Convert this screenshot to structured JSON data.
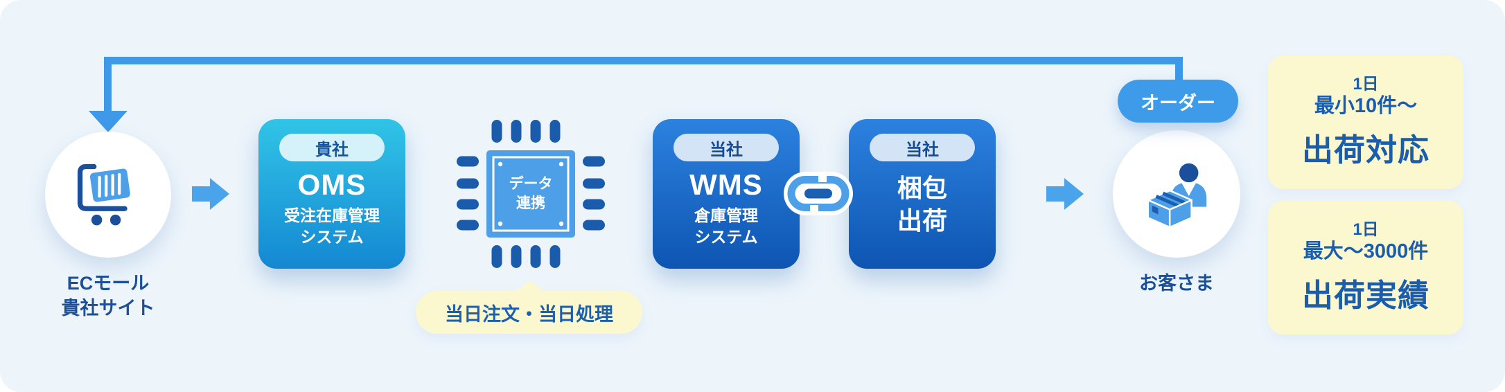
{
  "colors": {
    "background": "#EDF5FB",
    "arrow_blue": "#3E9AE8",
    "block_arrow_blue": "#4BA3EB",
    "icon_blue": "#4D9FE8",
    "icon_navy": "#1B4E9B",
    "pin_navy": "#1A5CAB",
    "label_navy": "#1B4F97",
    "highlight_text_blue": "#1C5FAD",
    "yellow": "#FBF8CF",
    "oms_gradient_top": "#31C4E7",
    "oms_gradient_bottom": "#1488D2",
    "wms_gradient_top": "#2C81DF",
    "wms_gradient_bottom": "#0E55B2",
    "badge_cyan_bg": "#D5F2FA",
    "badge_cyan_text": "#15549E",
    "badge_blue_bg": "#D3E4F7",
    "badge_blue_text": "#134A94",
    "order_badge_bg": "#3E9BE9"
  },
  "ec": {
    "label_line1": "ECモール",
    "label_line2": "貴社サイト"
  },
  "oms": {
    "badge": "貴社",
    "title": "OMS",
    "sub_line1": "受注在庫管理",
    "sub_line2": "システム"
  },
  "chip": {
    "label_line1": "データ",
    "label_line2": "連携"
  },
  "bubble": {
    "text": "当日注文・当日処理"
  },
  "wms": {
    "badge": "当社",
    "title": "WMS",
    "sub_line1": "倉庫管理",
    "sub_line2": "システム"
  },
  "packing": {
    "badge": "当社",
    "title_line1": "梱包",
    "title_line2": "出荷"
  },
  "order": {
    "badge": "オーダー"
  },
  "customer": {
    "label": "お客さま"
  },
  "stats": [
    {
      "line1": "1日",
      "line2": "最小10件〜",
      "line3": "出荷対応"
    },
    {
      "line1": "1日",
      "line2": "最大〜3000件",
      "line3": "出荷実績"
    }
  ]
}
